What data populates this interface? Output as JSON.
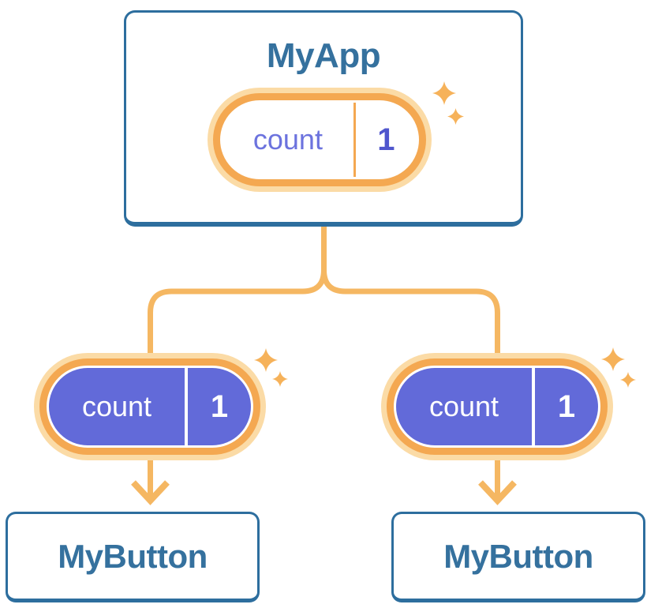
{
  "tree": {
    "root": {
      "title": "MyApp",
      "state": {
        "name": "count",
        "value": "1"
      }
    },
    "children": [
      {
        "title": "MyButton",
        "prop": {
          "name": "count",
          "value": "1"
        }
      },
      {
        "title": "MyButton",
        "prop": {
          "name": "count",
          "value": "1"
        }
      }
    ]
  },
  "colors": {
    "card_border": "#2d6e9e",
    "card_text": "#35719e",
    "pill_ring": "#f4a851",
    "pill_halo": "#fbdba6",
    "pill_purple": "#626ad9",
    "state_name_text": "#6c73de",
    "state_value_text": "#4f56cd",
    "connector": "#f5b762",
    "sparkle": "#f6b25a",
    "background": "#ffffff"
  }
}
